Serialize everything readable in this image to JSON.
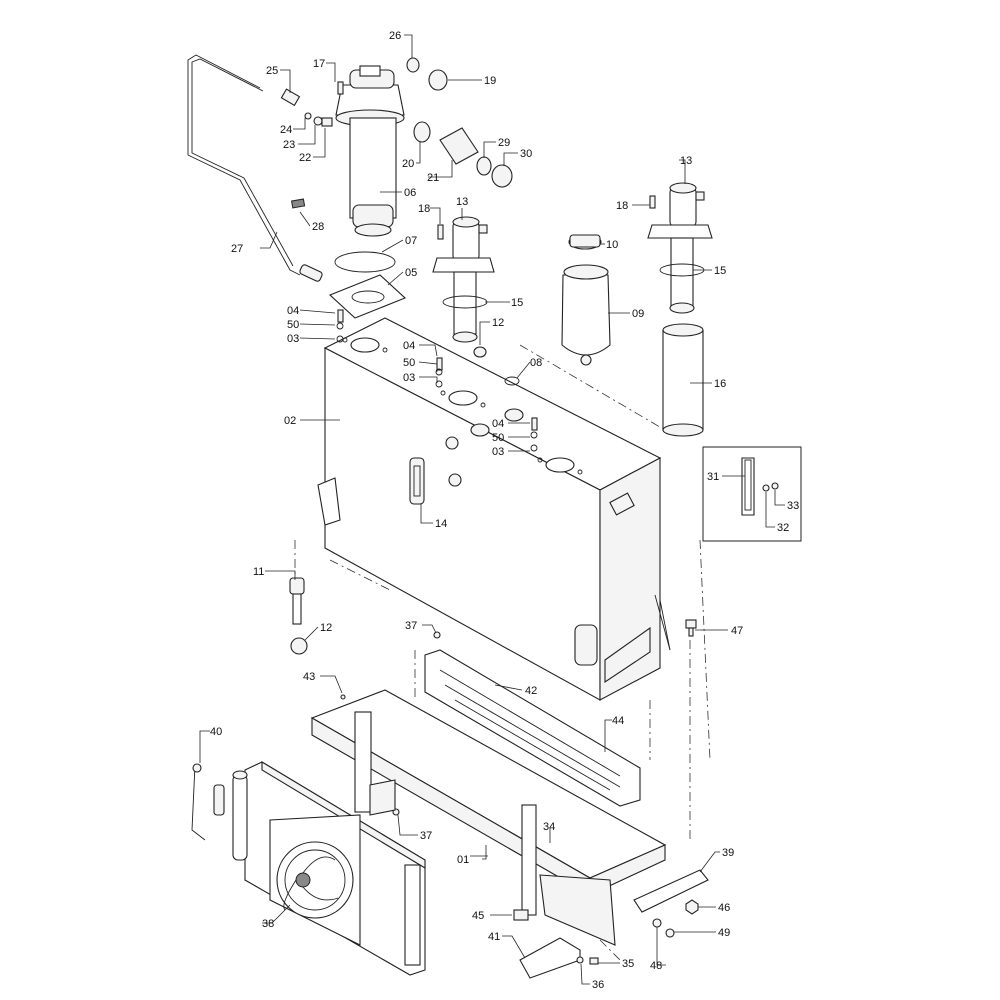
{
  "callouts": {
    "p01": "01",
    "p02": "02",
    "p03a": "03",
    "p03b": "03",
    "p03c": "03",
    "p04a": "04",
    "p04b": "04",
    "p04c": "04",
    "p05": "05",
    "p06": "06",
    "p07": "07",
    "p08": "08",
    "p09": "09",
    "p10": "10",
    "p11": "11",
    "p12a": "12",
    "p12b": "12",
    "p13a": "13",
    "p13b": "13",
    "p14": "14",
    "p15a": "15",
    "p15b": "15",
    "p16": "16",
    "p17": "17",
    "p18a": "18",
    "p18b": "18",
    "p19": "19",
    "p20": "20",
    "p21": "21",
    "p22": "22",
    "p23": "23",
    "p24": "24",
    "p25": "25",
    "p26": "26",
    "p27": "27",
    "p28": "28",
    "p29": "29",
    "p30": "30",
    "p31": "31",
    "p32": "32",
    "p33": "33",
    "p34": "34",
    "p35": "35",
    "p36": "36",
    "p37a": "37",
    "p37b": "37",
    "p38": "38",
    "p39": "39",
    "p40": "40",
    "p41": "41",
    "p42": "42",
    "p43": "43",
    "p44": "44",
    "p45": "45",
    "p46": "46",
    "p47": "47",
    "p48": "48",
    "p49": "49",
    "p50a": "50",
    "p50b": "50",
    "p50c": "50"
  }
}
